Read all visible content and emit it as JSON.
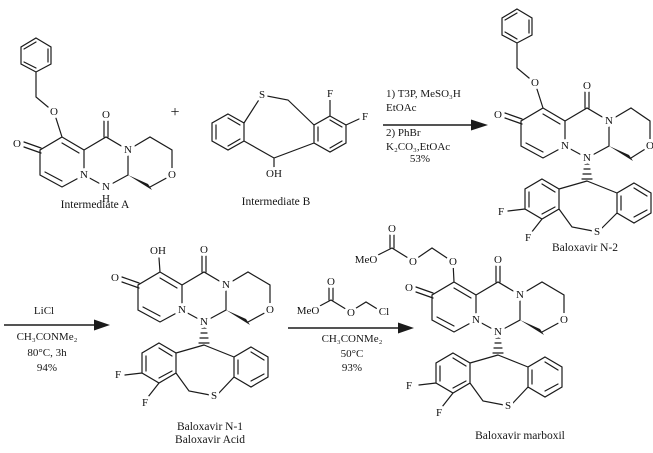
{
  "scheme": {
    "plus_sign": "+",
    "captions": {
      "intermediate_a": "Intermediate A",
      "intermediate_b": "Intermediate B",
      "baloxavir_n2": "Baloxavir N-2",
      "baloxavir_n1": "Baloxavir N-1",
      "baloxavir_acid": "Baloxavir Acid",
      "baloxavir_marboxil": "Baloxavir marboxil"
    },
    "step1": {
      "line1": "1) T3P, MeSO₃H",
      "line2": "EtOAc",
      "line3": "2) PhBr",
      "line4": "K₂CO₃,EtOAc",
      "yield": "53%"
    },
    "step2": {
      "reagent": "LiCl",
      "solvent": "CH₃CONMe₂",
      "temp_time": "80°C, 3h",
      "yield": "94%"
    },
    "step3": {
      "solvent": "CH₃CONMe₂",
      "temp": "50°C",
      "yield": "93%"
    },
    "atoms": {
      "O": "O",
      "N": "N",
      "S": "S",
      "F": "F",
      "H": "H",
      "OH": "OH",
      "MeO": "MeO",
      "Cl": "Cl"
    }
  }
}
